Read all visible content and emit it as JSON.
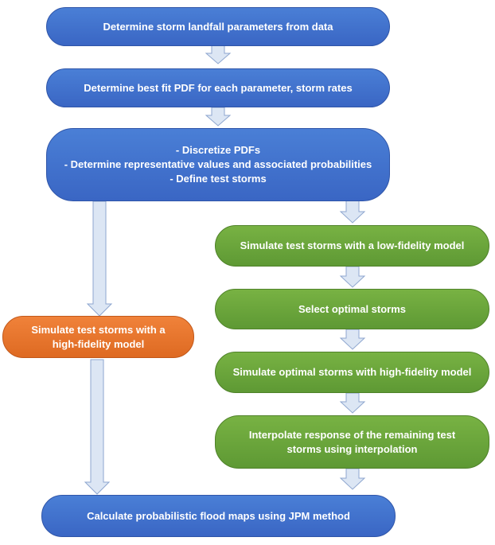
{
  "boxes": {
    "landfall": {
      "text": "Determine storm landfall parameters from data"
    },
    "best_fit": {
      "text": "Determine best fit PDF for each parameter, storm rates"
    },
    "discretize": {
      "lines": [
        "- Discretize PDFs",
        "- Determine representative values and associated probabilities",
        "- Define test storms"
      ]
    },
    "high_fidelity": {
      "lines": [
        "Simulate test storms with a",
        "high-fidelity model"
      ]
    },
    "low_fidelity": {
      "text": "Simulate test storms with a low-fidelity model"
    },
    "select_optimal": {
      "text": "Select optimal storms"
    },
    "simulate_optimal": {
      "text": "Simulate optimal storms with high-fidelity model"
    },
    "interpolate": {
      "lines": [
        "Interpolate response of the remaining test",
        "storms using interpolation"
      ]
    },
    "flood_maps": {
      "text": "Calculate probabilistic flood maps using JPM method"
    }
  },
  "colors": {
    "blue": "#3f6fcc",
    "green": "#6aa33a",
    "orange": "#e8762c",
    "arrow_fill": "#dce6f4",
    "arrow_stroke": "#8ea6cf"
  }
}
